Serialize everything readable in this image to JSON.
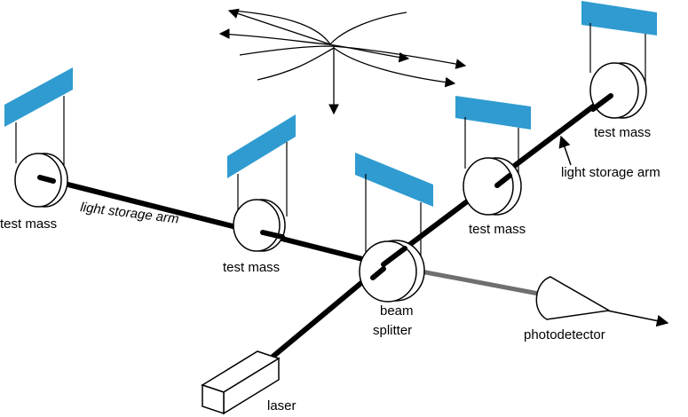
{
  "labels": {
    "test_mass_far_left": "test mass",
    "test_mass_near_left": "test mass",
    "test_mass_near_right": "test mass",
    "test_mass_far_right": "test mass",
    "arm_left": "light storage arm",
    "arm_right": "light storage arm",
    "beam_splitter_line1": "beam",
    "beam_splitter_line2": "splitter",
    "photodetector": "photodetector",
    "laser": "laser"
  },
  "colors": {
    "mirror_blue": "#2f9bd0",
    "beam_black": "#000000",
    "output_beam_gray": "#6f6f6f"
  },
  "icons": {
    "gravitational_wave": "hyperbolic-strain-lines-icon",
    "detector": "cone-photodetector-icon",
    "laser": "box-laser-icon"
  }
}
